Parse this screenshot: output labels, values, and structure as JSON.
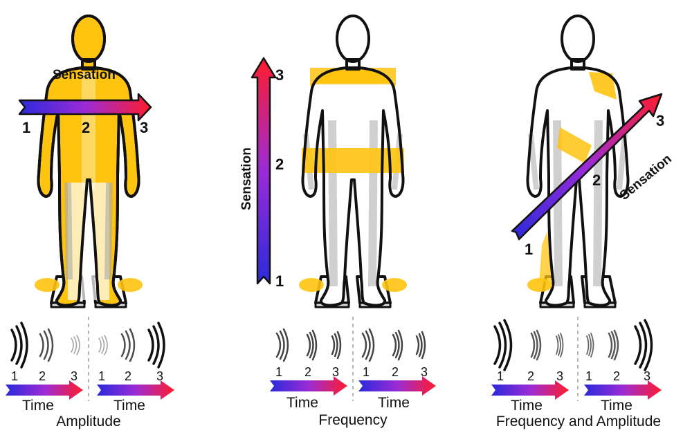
{
  "colors": {
    "arrow_start": "#2a2adb",
    "arrow_mid": "#9a2bd6",
    "arrow_end": "#ff1c2c",
    "sensation": "#ffc40f",
    "outline": "#111111",
    "shadow": "#9c9c9c",
    "divider": "#b5b5b5"
  },
  "panels": [
    {
      "name": "amplitude",
      "sensation_label": "Sensation",
      "arrow_numbers": [
        "1",
        "2",
        "3"
      ],
      "wave_labels_left": [
        "1",
        "2",
        "3"
      ],
      "wave_labels_right": [
        "1",
        "2",
        "3"
      ],
      "time_labels": [
        "Time",
        "Time"
      ],
      "caption": "Amplitude"
    },
    {
      "name": "frequency",
      "sensation_label": "Sensation",
      "arrow_numbers": [
        "1",
        "2",
        "3"
      ],
      "wave_labels_left": [
        "1",
        "2",
        "3"
      ],
      "wave_labels_right": [
        "1",
        "2",
        "3"
      ],
      "time_labels": [
        "Time",
        "Time"
      ],
      "caption": "Frequency"
    },
    {
      "name": "frequency-and-amplitude",
      "sensation_label": "Sensation",
      "arrow_numbers": [
        "1",
        "2",
        "3"
      ],
      "wave_labels_left": [
        "1",
        "2",
        "3"
      ],
      "wave_labels_right": [
        "1",
        "2",
        "3"
      ],
      "time_labels": [
        "Time",
        "Time"
      ],
      "caption": "Frequency and Amplitude"
    }
  ]
}
